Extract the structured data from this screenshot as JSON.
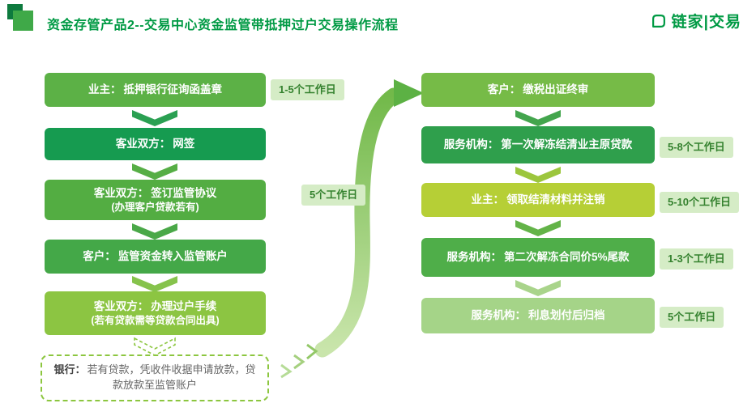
{
  "colors": {
    "brand_green": "#009a44",
    "duration_badge_bg": "#d5ecc6",
    "duration_badge_text": "#35822f",
    "curve_arrow_green": "#72b94a"
  },
  "header": {
    "title": "资金存管产品2--交易中心资金监管带抵押过户交易操作流程",
    "brand": "链家|交易"
  },
  "left_column": {
    "steps": [
      {
        "label": "业主：",
        "text": "抵押银行征询函盖章",
        "color": "#5cb146",
        "duration": "1-5个工作日"
      },
      {
        "label": "客业双方：",
        "text": "网签",
        "color": "#169b50"
      },
      {
        "label": "客业双方：",
        "text": "签订监管协议",
        "line2": "(办理客户贷款若有)",
        "color": "#53ad42"
      },
      {
        "label": "客户：",
        "text": "监管资金转入监管账户",
        "color": "#44a848"
      },
      {
        "label": "客业双方：",
        "text": "办理过户手续",
        "line2": "(若有贷款需等贷款合同出具)",
        "color": "#8cc542"
      }
    ],
    "bank_note": {
      "label": "银行：",
      "text": "若有贷款，凭收件收据申请放款，贷款放款至监管账户"
    }
  },
  "middle": {
    "duration": "5个工作日"
  },
  "right_column": {
    "steps": [
      {
        "label": "客户：",
        "text": "缴税出证终审",
        "color": "#76bb47"
      },
      {
        "label": "服务机构：",
        "text": "第一次解冻结清业主原贷款",
        "color": "#2f9f4c",
        "duration": "5-8个工作日"
      },
      {
        "label": "业主：",
        "text": "领取结清材料并注销",
        "color": "#b6cf36",
        "duration": "5-10个工作日"
      },
      {
        "label": "服务机构：",
        "text": "第二次解冻合同价5%尾款",
        "color": "#4fae49",
        "duration": "1-3个工作日"
      },
      {
        "label": "服务机构：",
        "text": "利息划付后归档",
        "color": "#a5d488",
        "duration": "5个工作日"
      }
    ]
  }
}
